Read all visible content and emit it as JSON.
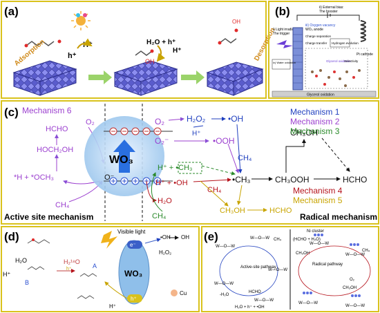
{
  "panels": {
    "a": {
      "label": "(a)",
      "adsorption": "Adsorption",
      "desorption": "Desorption",
      "h_plus": "H⁺",
      "h_hole": "h⁺",
      "water_h": "H₂O + h⁺",
      "oh": "OH",
      "h_plus_2": "H⁺"
    },
    "b": {
      "label": "(b)",
      "external_bias": "ii) External bias:",
      "booster": "The booster",
      "light": "i) Light irradiation",
      "trigger": "The trigger",
      "oxygen": "iii) Oxygen vacancy",
      "wo3_anode": "WO₃ anode",
      "charge_separation": "Charge separation",
      "charge_transfer": "Charge transfer",
      "water_oxidation": "iv) Water oxidation",
      "hydrogen_evolution": "Hydrogen evolution",
      "pt_cathode": "Pt cathode",
      "selectivity": "Selectivity",
      "glycerol_oxidation": "Glycerol oxidation",
      "glycerol_oxidation_bar": "Glycerol oxidation"
    },
    "c": {
      "label": "(c)",
      "mechanism6": "Mechanism 6",
      "mechanism1": "Mechanism 1",
      "mechanism2": "Mechanism 2",
      "mechanism3": "Mechanism 3",
      "mechanism4": "Mechanism 4",
      "mechanism5": "Mechanism 5",
      "hcho_left": "HCHO",
      "hoch2oh": "HOCH₂OH",
      "h_och3": "*H + *OCH₃",
      "o2_left": "O₂",
      "o_minus": "O⁻",
      "ch4_left": "CH₄",
      "wo3": "WO₃",
      "o2_right": "O₂",
      "h2o2": "H₂O₂",
      "oh_rad": "•OH",
      "h_plus": "H⁺",
      "o2_minus": "O₂⁻",
      "ooh": "•OOH",
      "ch4_mid": "CH₄",
      "h_plus_ch3": "H⁺ + •CH₃",
      "h_plus_oh": "H⁺ + •OH",
      "ch4_low": "CH₄",
      "ch3": "•CH₃",
      "h2o": "H₂O",
      "ch4_bottom": "CH₄",
      "ch3oh_bottom": "CH₃OH",
      "hcho_bottom": "HCHO",
      "ch3oh_top": "CH₃OH",
      "ch3ooh": "CH₃OOH",
      "hcho_right": "HCHO",
      "active_site": "Active site mechanism",
      "radical": "Radical mechanism"
    },
    "d": {
      "label": "(d)",
      "visible_light": "Visible light",
      "h2o": "H₂O",
      "h218o": "H₂¹⁸O",
      "h_plus_label": "H⁺",
      "h_hole": "h⁺",
      "b": "B",
      "a": "A",
      "wo3": "WO₃",
      "e_minus": "e⁻",
      "h_plus_vb": "h⁺",
      "h2o2": "H₂O₂",
      "oh": "•OH",
      "oh2": "OH",
      "cu": "Cu",
      "h_plus_bottom": "H⁺"
    },
    "e": {
      "label": "(e)",
      "active_site_pathway": "Active-site pathway",
      "radical_pathway": "Radical pathway",
      "ni_cluster": "Ni cluster",
      "hcho": "HCHO",
      "ch4": "CH₄",
      "h2o_h": "H₂O + h⁺ + •OH",
      "h2o_minus": "-H₂O",
      "ch4_r": "CH₄",
      "ch3oh": "CH₃OH",
      "o2": "O₂",
      "hcho_h2o": "(HCHO + H₂O)",
      "ch3oh_r": "CH₃OH"
    }
  },
  "colors": {
    "border": "#d9c21c",
    "purple": "#8a4fd6",
    "blue": "#1f3fbf",
    "darkred": "#b5121b",
    "green": "#2a8a2a",
    "mustard": "#c8a400",
    "violet": "#9b3fcf"
  }
}
